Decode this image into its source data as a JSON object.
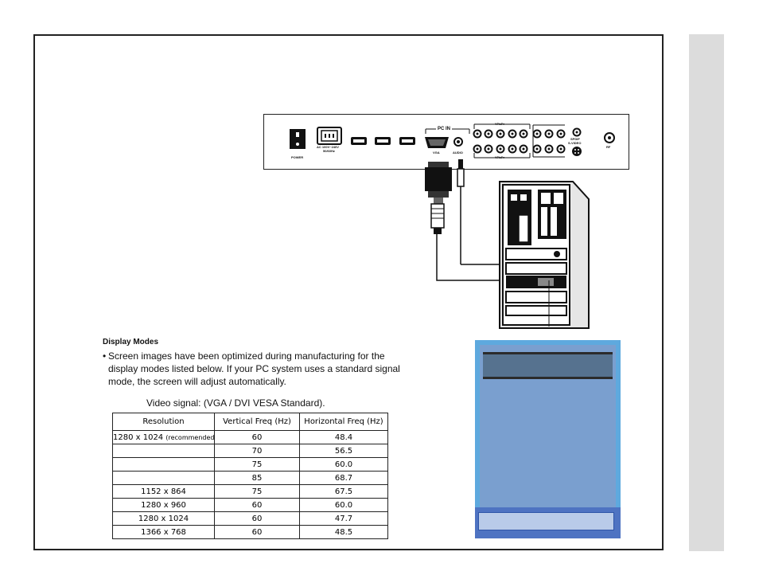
{
  "back_panel": {
    "power_label": "POWER",
    "ac_label_line1": "AC 100V~240V",
    "ac_label_line2": "50/60Hz",
    "pc_in_label": "PC IN",
    "vga_label": "VGA",
    "audio_label": "AUDIO",
    "ypbpr_top": "YPbPr",
    "ypbpr_bottom": "YPbPr",
    "spdif_label": "SPDIF",
    "svideo_label": "S-VIDEO",
    "rf_label": "RF"
  },
  "display_modes": {
    "heading": "Display Modes",
    "bullet": "•",
    "body": "Screen images have been optimized during manufacturing for the display modes listed below. If your PC system uses a standard signal mode, the screen will adjust automatically.",
    "caption": "Video signal: (VGA / DVI VESA Standard)."
  },
  "table": {
    "headers": [
      "Resolution",
      "Vertical Freq (Hz)",
      "Horizontal Freq (Hz)"
    ],
    "recommended_note": "(recommended)",
    "rows": [
      [
        "1280 x 1024",
        "60",
        "48.4"
      ],
      [
        "",
        "70",
        "56.5"
      ],
      [
        "",
        "75",
        "60.0"
      ],
      [
        "",
        "85",
        "68.7"
      ],
      [
        "1152 x 864",
        "75",
        "67.5"
      ],
      [
        "1280 x 960",
        "60",
        "60.0"
      ],
      [
        "1280 x 1024",
        "60",
        "47.7"
      ],
      [
        "1366 x 768",
        "60",
        "48.5"
      ]
    ]
  },
  "colors": {
    "blue_outer": "#5ea9de",
    "blue_inner": "#7a9fcf",
    "dark_band": "#56728f",
    "bottom_band": "#4e73c2",
    "side_strip": "#dcdcdc"
  }
}
